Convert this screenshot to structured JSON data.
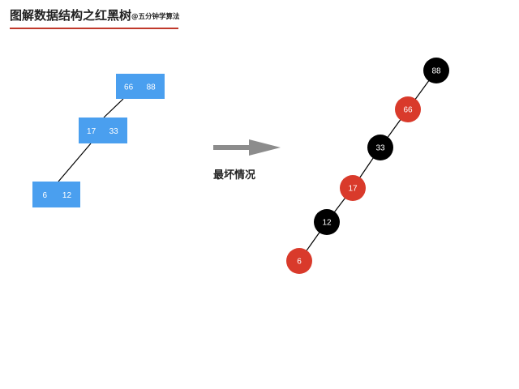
{
  "header": {
    "title": "图解数据结构之红黑树",
    "subtitle": "@五分钟学算法"
  },
  "caption": "最坏情况",
  "colors": {
    "box_fill": "#4a9fef",
    "box_text": "#ffffff",
    "red_node": "#d93a2b",
    "black_node": "#000000",
    "node_text": "#ffffff",
    "edge": "#000000",
    "arrow": "#8c8c8c",
    "accent_line": "#c0392b"
  },
  "btree": {
    "nodes": [
      {
        "id": "b1",
        "keys": [
          "66",
          "88"
        ]
      },
      {
        "id": "b2",
        "keys": [
          "17",
          "33"
        ]
      },
      {
        "id": "b3",
        "keys": [
          "6",
          "12"
        ]
      }
    ],
    "edges": [
      [
        "b1",
        "b2"
      ],
      [
        "b2",
        "b3"
      ]
    ]
  },
  "rbtree": {
    "nodes": [
      {
        "id": "r88",
        "key": "88",
        "color": "black"
      },
      {
        "id": "r66",
        "key": "66",
        "color": "red"
      },
      {
        "id": "r33",
        "key": "33",
        "color": "black"
      },
      {
        "id": "r17",
        "key": "17",
        "color": "red"
      },
      {
        "id": "r12",
        "key": "12",
        "color": "black"
      },
      {
        "id": "r6",
        "key": "6",
        "color": "red"
      }
    ],
    "edges": [
      [
        "r88",
        "r66"
      ],
      [
        "r66",
        "r33"
      ],
      [
        "r33",
        "r17"
      ],
      [
        "r17",
        "r12"
      ],
      [
        "r12",
        "r6"
      ]
    ]
  }
}
